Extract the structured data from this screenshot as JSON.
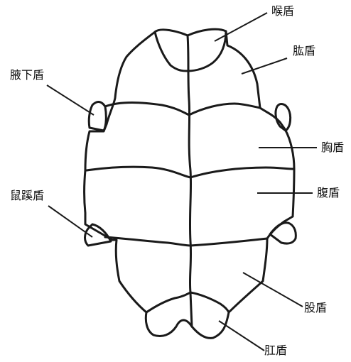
{
  "labels": {
    "gular": "喉盾",
    "humeral": "肱盾",
    "axillary": "腋下盾",
    "pectoral": "胸盾",
    "abdominal": "腹盾",
    "inguinal": "鼠蹊盾",
    "femoral": "股盾",
    "anal": "肛盾"
  },
  "colors": {
    "stroke": "#1a1a1a",
    "background": "#ffffff"
  }
}
